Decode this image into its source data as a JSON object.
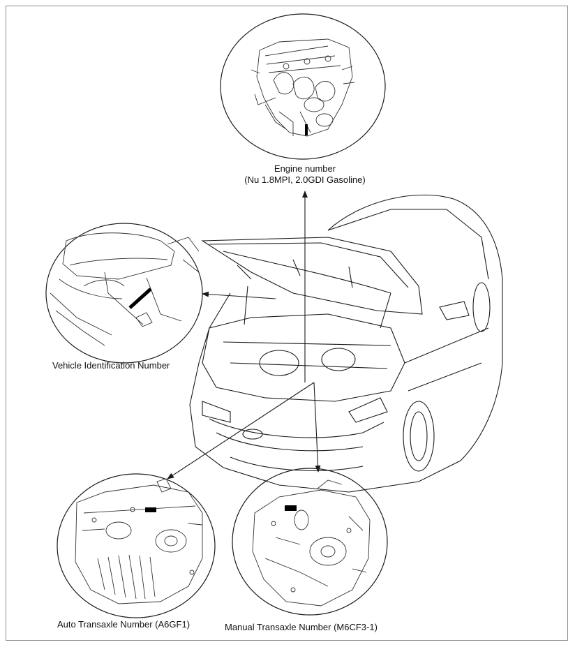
{
  "labels": {
    "engine_line1": "Engine number",
    "engine_line2": "(Nu 1.8MPI, 2.0GDI Gasoline)",
    "vin": "Vehicle Identification Number",
    "auto_transaxle": "Auto Transaxle Number (A6GF1)",
    "manual_transaxle": "Manual Transaxle Number (M6CF3-1)"
  },
  "colors": {
    "line": "#1a1a1a",
    "frame": "#8c8c8c",
    "marker": "#000000"
  }
}
